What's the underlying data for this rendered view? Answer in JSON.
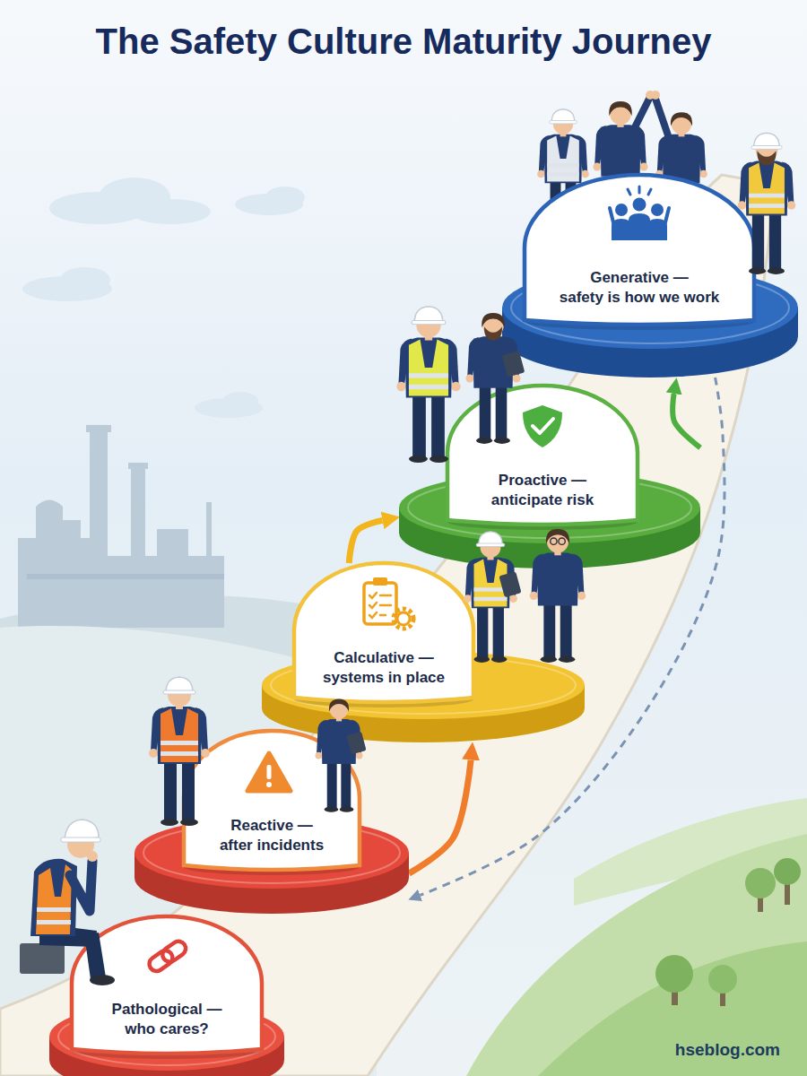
{
  "diagram": {
    "title": "The Safety Culture Maturity Journey",
    "nodes": [
      {
        "text": [
          "Pathological — who cares?"
        ]
      },
      {
        "text": [
          "Reactive — after incidents"
        ]
      },
      {
        "text": [
          "Calculative — systems in place"
        ]
      },
      {
        "text": [
          "Proactive — anticipate risk"
        ]
      },
      {
        "text": [
          "Generative — safety is how we work"
        ]
      }
    ],
    "edges": [
      {
        "from": 1,
        "to": 2,
        "arrow": "to"
      },
      {
        "from": 2,
        "to": 3,
        "arrow": "to"
      },
      {
        "from": 3,
        "to": 4,
        "arrow": "to"
      },
      {
        "from": 4,
        "to": 1,
        "arrow": "to"
      }
    ],
    "labels": [
      "hseblog.com"
    ]
  }
}
